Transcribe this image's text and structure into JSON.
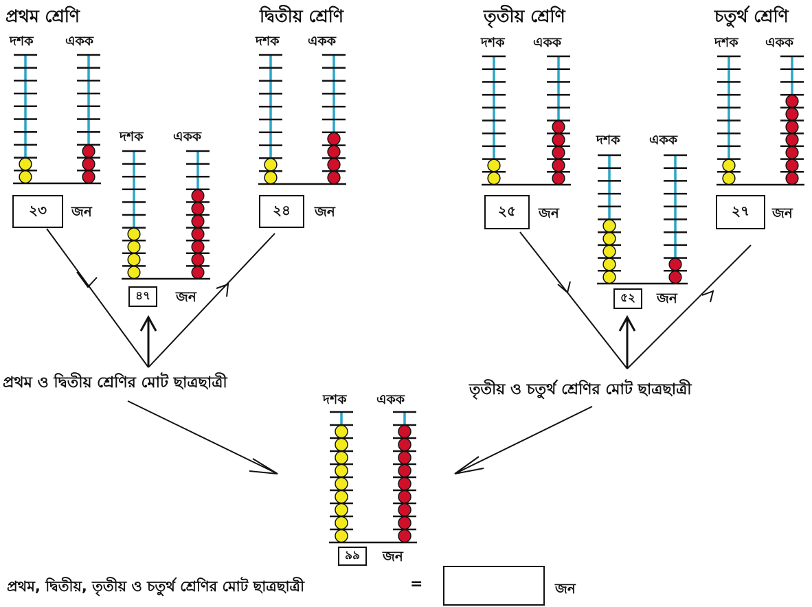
{
  "labels": {
    "grade1": "প্রথম শ্রেণি",
    "grade2": "দ্বিতীয় শ্রেণি",
    "grade3": "তৃতীয় শ্রেণি",
    "grade4": "চতুর্থ শ্রেণি",
    "tens": "দশক",
    "ones": "একক",
    "unit": "জন",
    "total_12": "প্রথম ও দ্বিতীয় শ্রেণির মোট ছাত্রছাত্রী",
    "total_34": "তৃতীয় ও চতুর্থ শ্রেণির মোট ছাত্রছাত্রী",
    "total_all": "প্রথম, দ্বিতীয়, তৃতীয় ও চতুর্থ শ্রেণির মোট ছাত্রছাত্রী",
    "equals": "="
  },
  "abacuses": [
    {
      "id": "grade1",
      "count_label": "২৩",
      "tens": 2,
      "ones": 3
    },
    {
      "id": "sum12",
      "count_label": "৪৭",
      "tens": 4,
      "ones": 7
    },
    {
      "id": "grade2",
      "count_label": "২৪",
      "tens": 2,
      "ones": 4
    },
    {
      "id": "grade3",
      "count_label": "২৫",
      "tens": 2,
      "ones": 5
    },
    {
      "id": "sum34",
      "count_label": "৫২",
      "tens": 5,
      "ones": 2
    },
    {
      "id": "grade4",
      "count_label": "২৭",
      "tens": 2,
      "ones": 7
    },
    {
      "id": "total",
      "count_label": "৯৯",
      "tens": 9,
      "ones": 9
    }
  ],
  "answer_value": "",
  "colors": {
    "rod": "#2aa6c8",
    "tens_bead": "#f2ea1c",
    "ones_bead": "#d0102a",
    "line": "#111111"
  }
}
